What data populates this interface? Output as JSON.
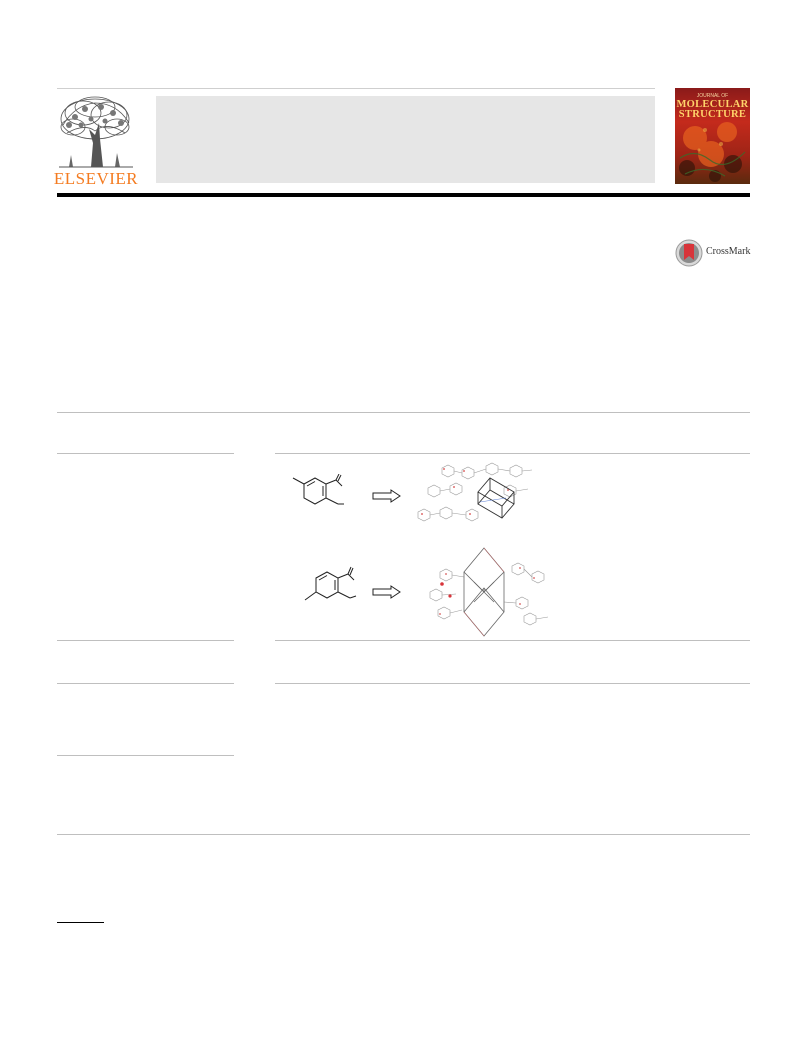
{
  "publisher": {
    "wordmark": "ELSEVIER",
    "brand_color": "#f47b20"
  },
  "journal_cover": {
    "small_text": "JOURNAL OF",
    "title_line1": "MOLECULAR",
    "title_line2": "STRUCTURE"
  },
  "crossmark": {
    "label": "CrossMark"
  },
  "colors": {
    "rule_gray": "#bfbfbf",
    "info_box_gray": "#e6e6e6",
    "cover_red": "#b8231a"
  },
  "icons": [
    "elsevier-tree-logo",
    "crossmark-icon",
    "right-arrow-icon"
  ]
}
